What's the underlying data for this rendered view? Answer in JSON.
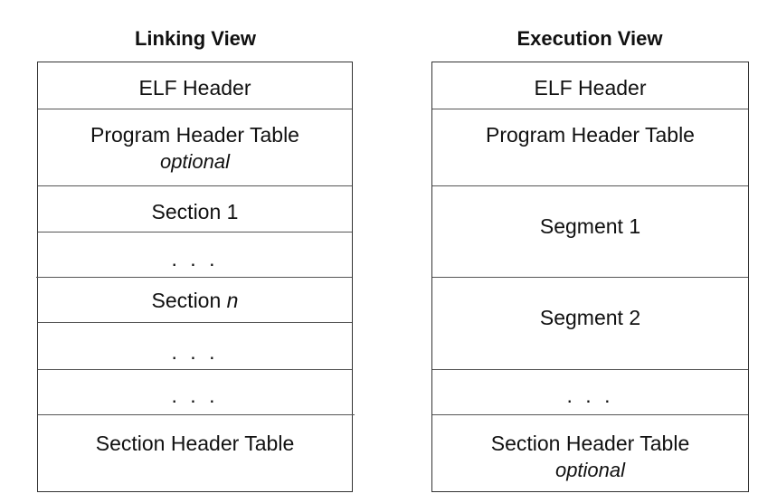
{
  "linking_view": {
    "title": "Linking View",
    "cells": {
      "elf_header": "ELF Header",
      "program_header_table": "Program Header Table",
      "program_header_table_note": "optional",
      "section_1": "Section 1",
      "ellipsis_1": ". . .",
      "section_n_prefix": "Section",
      "section_n_var": "n",
      "ellipsis_2": ". . .",
      "ellipsis_3": ". . .",
      "section_header_table": "Section Header Table"
    }
  },
  "execution_view": {
    "title": "Execution View",
    "cells": {
      "elf_header": "ELF Header",
      "program_header_table": "Program Header Table",
      "segment_1": "Segment 1",
      "segment_2": "Segment 2",
      "ellipsis": ". . .",
      "section_header_table": "Section Header Table",
      "section_header_table_note": "optional"
    }
  }
}
